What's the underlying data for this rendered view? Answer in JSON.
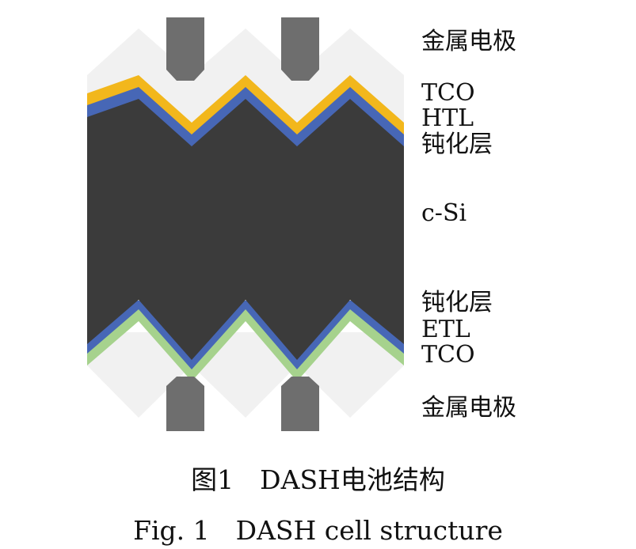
{
  "colors": {
    "electrode": "#6e6e6e",
    "electrode_background": "#f1f1f1",
    "tco_top": "#f2b71c",
    "htl": "#4767b6",
    "silicon": "#3b3b3b",
    "etl": "#4767b6",
    "tco_bottom": "#a6d28d"
  },
  "labels": {
    "top_electrode": "金属电极",
    "tco_top": "TCO",
    "htl": "HTL",
    "passivation_top": "钝化层",
    "silicon": "c-Si",
    "passivation_bottom": "钝化层",
    "etl": "ETL",
    "tco_bottom": "TCO",
    "bottom_electrode": "金属电极"
  },
  "caption": {
    "chinese": "图1　DASH电池结构",
    "english": "Fig. 1　DASH cell structure"
  }
}
